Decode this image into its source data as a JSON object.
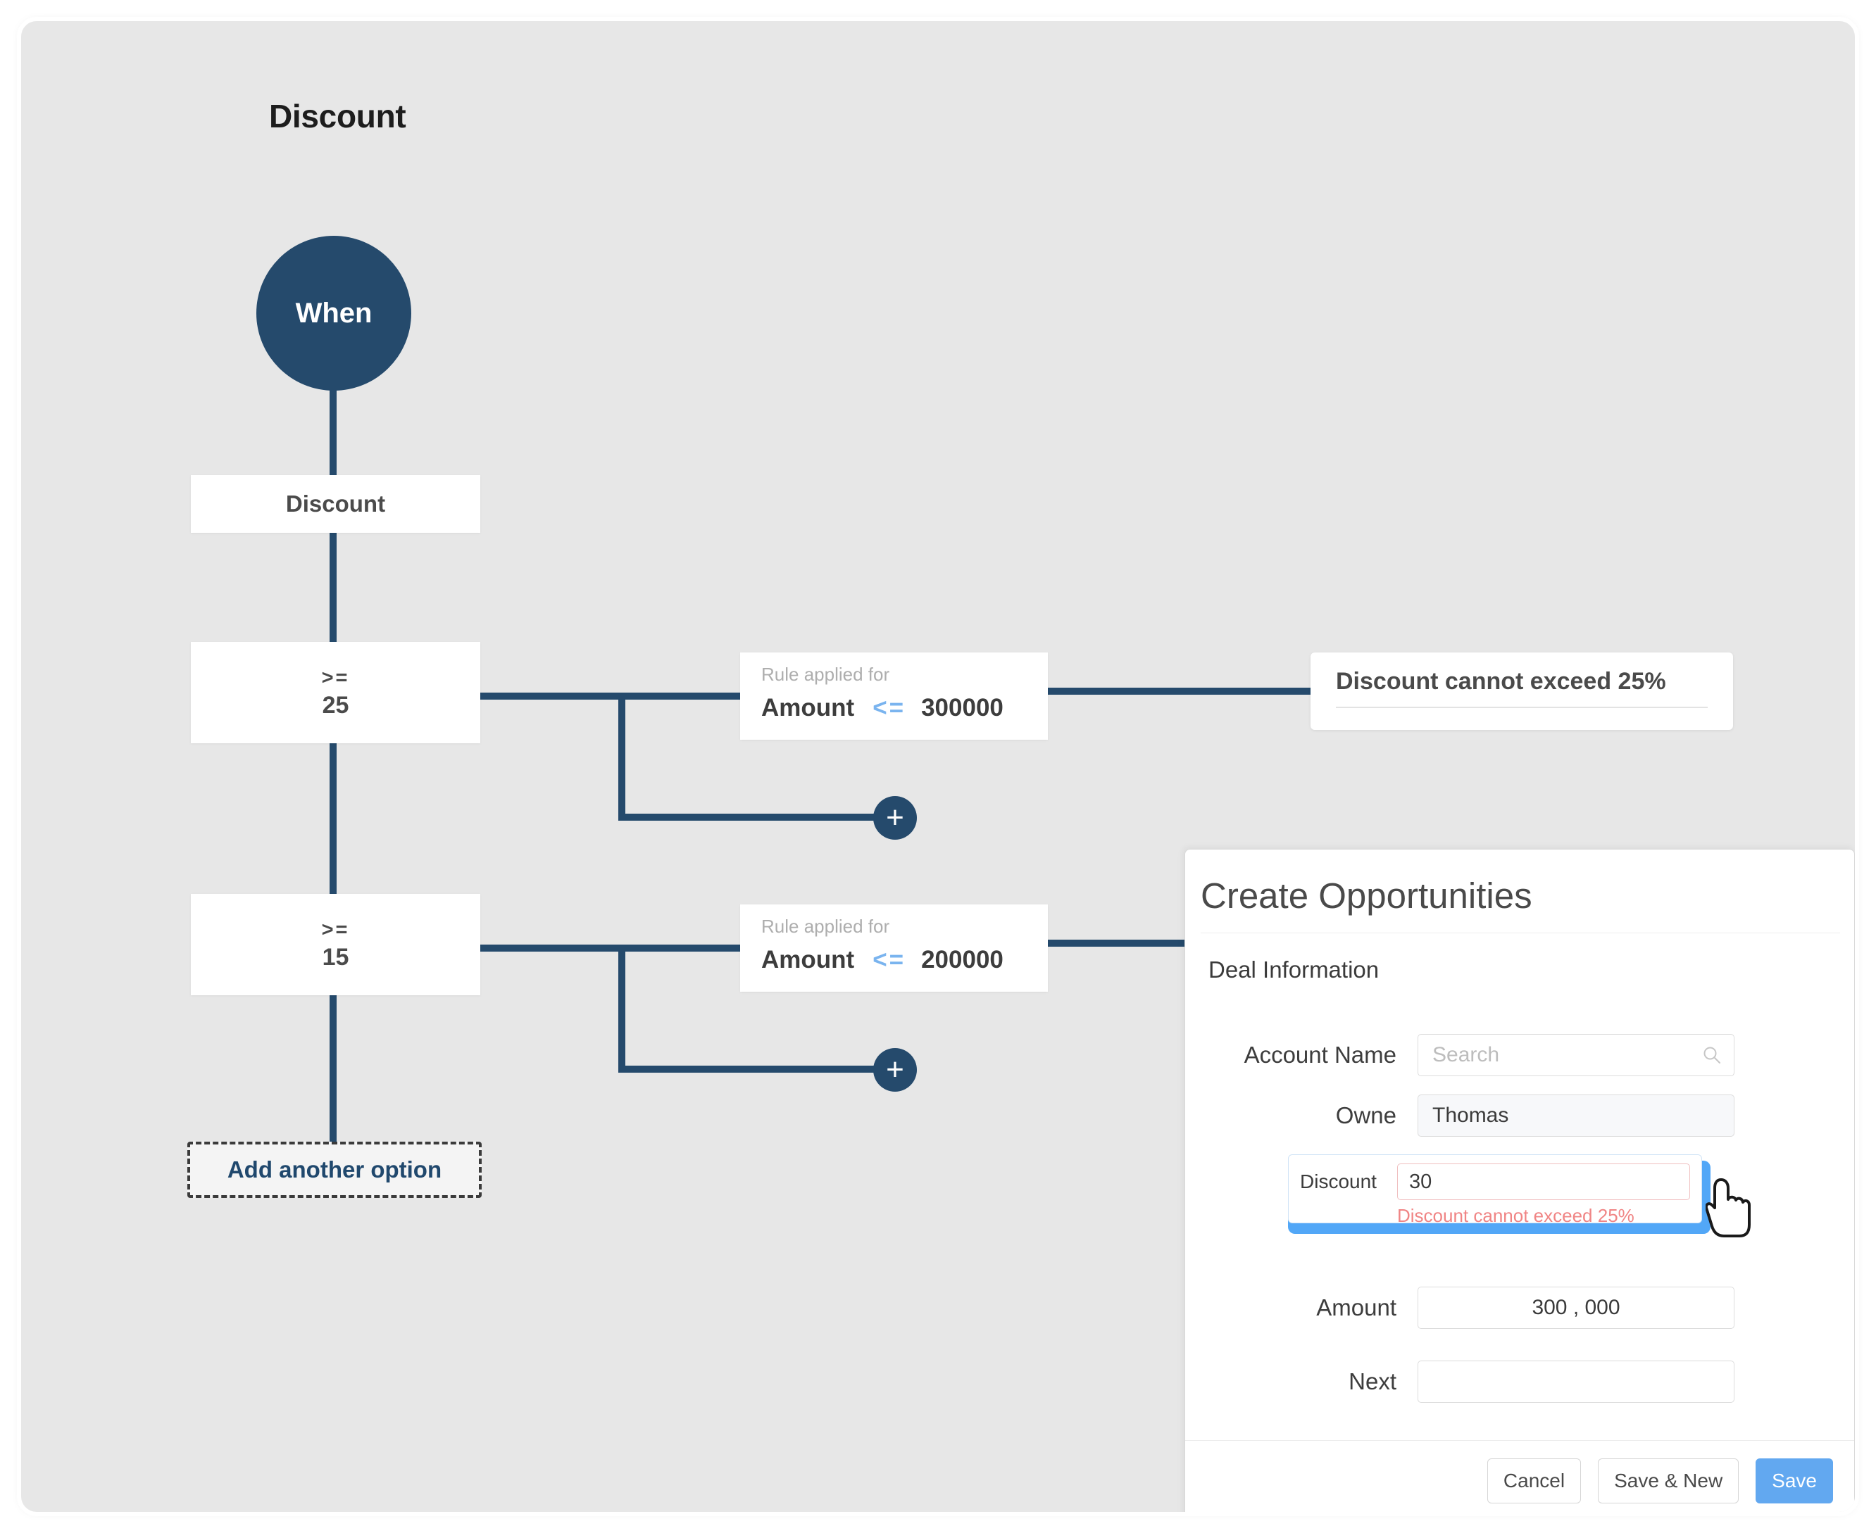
{
  "flow": {
    "title": "Discount",
    "start_node": {
      "label": "When"
    },
    "field_node": {
      "label": "Discount"
    },
    "conditions": [
      {
        "operator": ">=",
        "value": "25"
      },
      {
        "operator": ">=",
        "value": "15"
      }
    ],
    "add_option_label": "Add another option",
    "rules": [
      {
        "caption": "Rule applied for",
        "field": "Amount",
        "operator": "<=",
        "value": "300000"
      },
      {
        "caption": "Rule applied for",
        "field": "Amount",
        "operator": "<=",
        "value": "200000"
      }
    ],
    "messages": [
      {
        "text": "Discount cannot exceed 25%"
      }
    ],
    "plus_glyph": "+"
  },
  "panel": {
    "title": "Create Opportunities",
    "section_title": "Deal Information",
    "fields": [
      {
        "label": "Account Name",
        "value": "",
        "placeholder": "Search"
      },
      {
        "label": "Owne",
        "value": "Thomas",
        "placeholder": ""
      },
      {
        "label": "Amount",
        "value": "300 , 000",
        "placeholder": ""
      },
      {
        "label": "Next",
        "value": "",
        "placeholder": ""
      }
    ],
    "discount": {
      "label": "Discount",
      "value": "30",
      "error": "Discount cannot exceed 25%"
    },
    "buttons": {
      "cancel": "Cancel",
      "save_new": "Save & New",
      "save": "Save"
    }
  },
  "colors": {
    "navy": "#254a6c",
    "accent_blue": "#52a7f7",
    "op_blue": "#7ab4ef",
    "error_red": "#f08585",
    "canvas_bg": "#e7e7e7"
  }
}
